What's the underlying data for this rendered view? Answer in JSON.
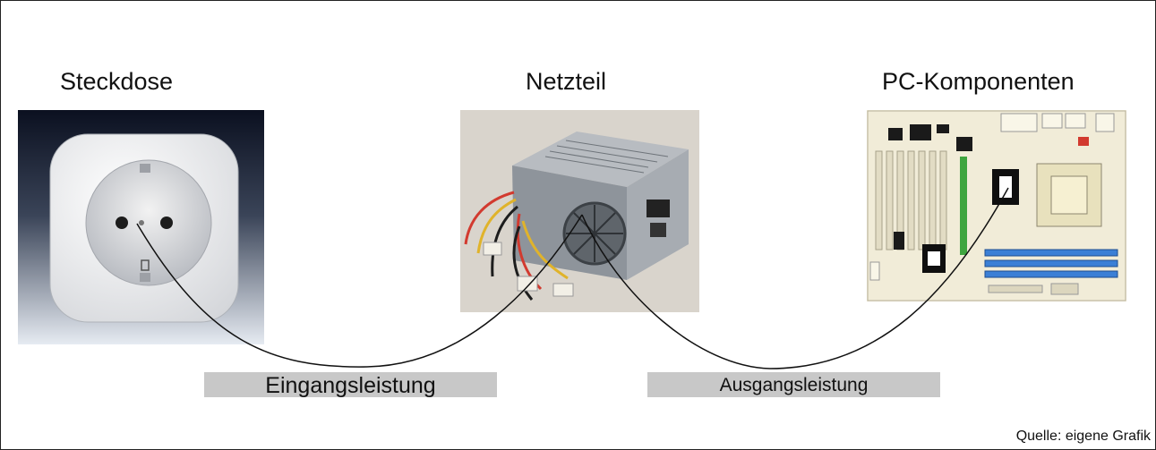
{
  "labels": {
    "source": "Steckdose",
    "converter": "Netzteil",
    "consumers": "PC-Komponenten"
  },
  "bars": {
    "input": "Eingangsleistung",
    "output": "Ausgangsleistung"
  },
  "credit": "Quelle: eigene Grafik",
  "images": {
    "source": "wall-socket-photo",
    "converter": "power-supply-unit-photo",
    "consumers": "motherboard-layout-drawing"
  },
  "colors": {
    "bar_fill": "#c8c8c8",
    "wire": "#111111",
    "slot_green": "#3fa53f",
    "slot_blue": "#3b7fd6"
  }
}
